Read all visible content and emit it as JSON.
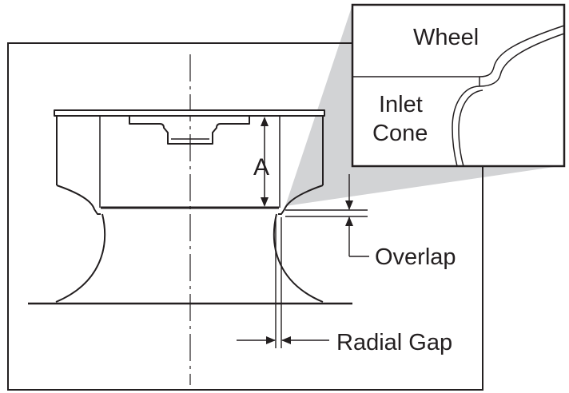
{
  "labels": {
    "dimension": "A",
    "wheel": "Wheel",
    "inlet_line1": "Inlet",
    "inlet_line2": "Cone",
    "overlap": "Overlap",
    "radial_gap": "Radial Gap"
  },
  "colors": {
    "stroke": "#231f20",
    "callout_fill": "#d2d3d5",
    "background": "#ffffff"
  }
}
